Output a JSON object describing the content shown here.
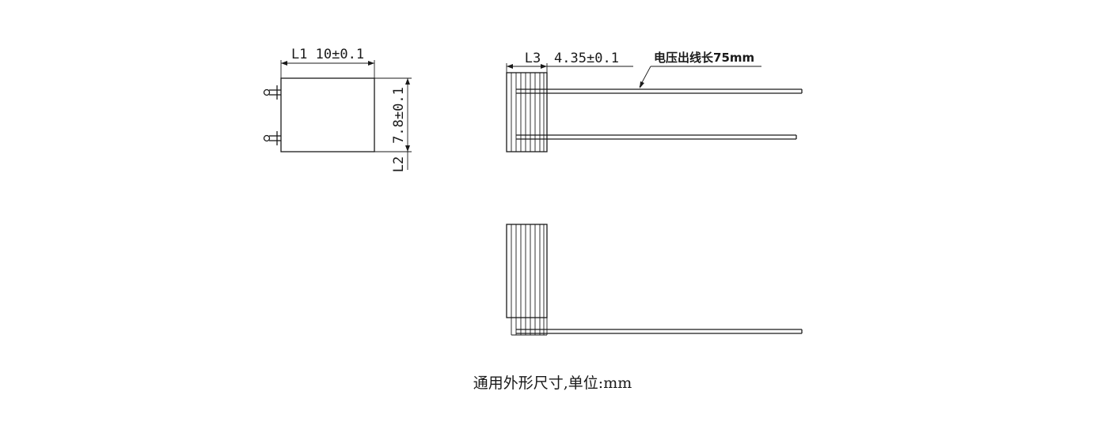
{
  "front_view": {
    "width_dim": "L1 10±0.1",
    "height_dim": "7.8±0.1",
    "height_label": "L2"
  },
  "side_view": {
    "thickness_label": "L3",
    "thickness_dim": "4.35±0.1",
    "lead_note": "电压出线长75mm"
  },
  "caption": "通用外形尺寸,单位:mm"
}
